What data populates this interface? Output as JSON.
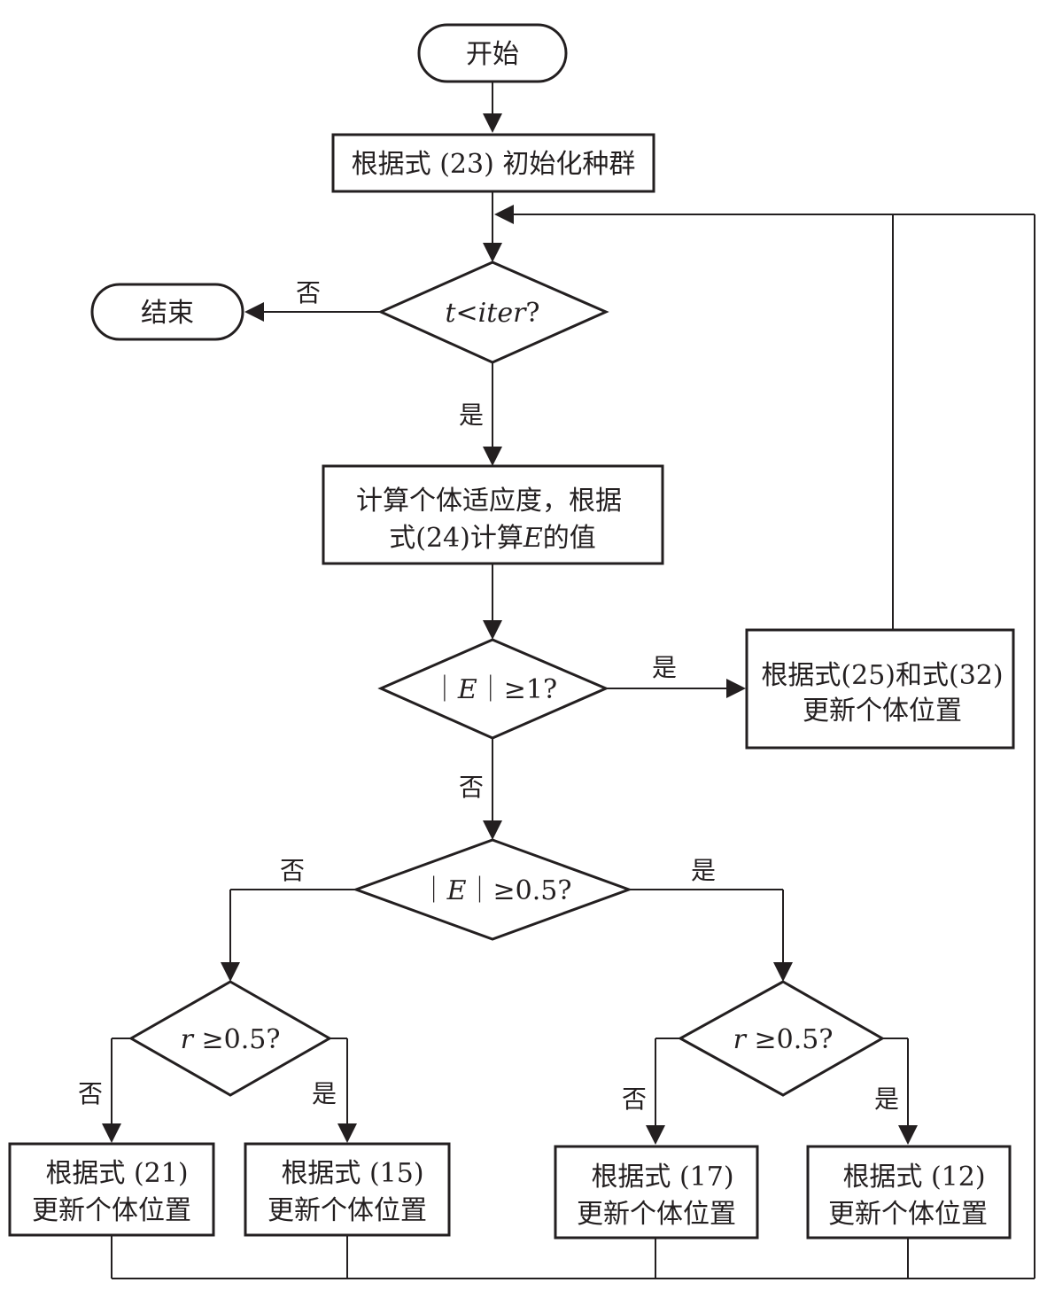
{
  "flowchart": {
    "start": "开始",
    "end": "结束",
    "init": "根据式 (23) 初始化种群",
    "cond_iter": {
      "var_t": "t",
      "op": "<",
      "var_iter": "iter",
      "q": "?"
    },
    "fitness": {
      "line1": "计算个体适应度，根据",
      "line2_a": "式(24)计算",
      "line2_e": "E",
      "line2_b": "的值"
    },
    "cond_e1": {
      "pre": "｜",
      "var": "E",
      "post": "｜≥1?"
    },
    "explore": {
      "line1": "根据式(25)和式(32)",
      "line2": "更新个体位置"
    },
    "cond_e05": {
      "pre": "｜",
      "var": "E",
      "post": "｜≥0.5?"
    },
    "cond_r_left": {
      "var": "r",
      "post": " ≥0.5?"
    },
    "cond_r_right": {
      "var": "r",
      "post": " ≥0.5?"
    },
    "box21": {
      "line1": "根据式 (21)",
      "line2": "更新个体位置"
    },
    "box15": {
      "line1": "根据式 (15)",
      "line2": "更新个体位置"
    },
    "box17": {
      "line1": "根据式 (17)",
      "line2": "更新个体位置"
    },
    "box12": {
      "line1": "根据式 (12)",
      "line2": "更新个体位置"
    },
    "labels": {
      "no": "否",
      "yes": "是"
    }
  }
}
